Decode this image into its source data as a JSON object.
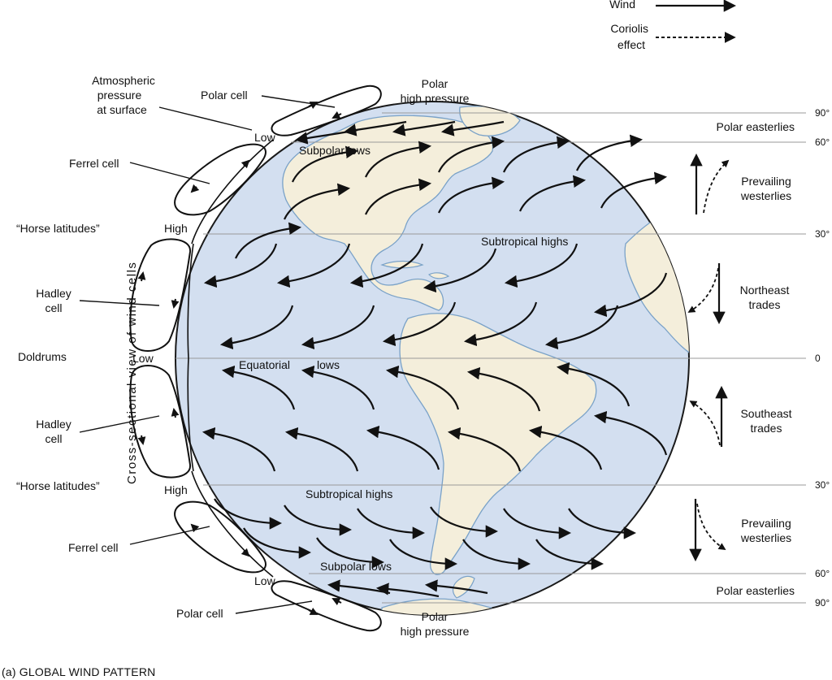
{
  "legend": {
    "wind": "Wind",
    "coriolis_line1": "Coriolis",
    "coriolis_line2": "effect"
  },
  "caption": "(a) GLOBAL WIND PATTERN",
  "cross_section_label": "Cross-sectional view of wind cells",
  "left_labels": {
    "atm_pressure_1": "Atmospheric",
    "atm_pressure_2": "pressure",
    "atm_pressure_3": "at surface",
    "polar_cell_north": "Polar cell",
    "ferrel_cell_north": "Ferrel cell",
    "horse_latitudes_north": "“Horse latitudes”",
    "hadley_north_1": "Hadley",
    "hadley_north_2": "cell",
    "doldrums": "Doldrums",
    "hadley_south_1": "Hadley",
    "hadley_south_2": "cell",
    "horse_latitudes_south": "“Horse latitudes”",
    "ferrel_cell_south": "Ferrel cell",
    "polar_cell_south": "Polar cell"
  },
  "pressure_labels": {
    "low_north": "Low",
    "high_north": "High",
    "low_equator": "Low",
    "high_south": "High",
    "low_south": "Low",
    "polar_high_north_1": "Polar",
    "polar_high_north_2": "high pressure",
    "polar_high_south_1": "Polar",
    "polar_high_south_2": "high pressure"
  },
  "globe_labels": {
    "subpolar_lows_north": "Subpolar lows",
    "subtropical_highs_north": "Subtropical highs",
    "equatorial": "Equatorial",
    "lows": "lows",
    "subtropical_highs_south": "Subtropical highs",
    "subpolar_lows_south": "Subpolar lows"
  },
  "latitudes": [
    "90°",
    "60°",
    "30°",
    "0",
    "30°",
    "60°",
    "90°"
  ],
  "wind_belts": {
    "polar_easterlies_north": "Polar easterlies",
    "prevailing_westerlies_north_1": "Prevailing",
    "prevailing_westerlies_north_2": "westerlies",
    "northeast_trades_1": "Northeast",
    "northeast_trades_2": "trades",
    "southeast_trades_1": "Southeast",
    "southeast_trades_2": "trades",
    "prevailing_westerlies_south_1": "Prevailing",
    "prevailing_westerlies_south_2": "westerlies",
    "polar_easterlies_south": "Polar easterlies"
  },
  "colors": {
    "ocean": "#d3dff0",
    "land": "#f4eedb",
    "coast": "#7aa2c8",
    "ink": "#111111",
    "latitude_line": "#9a9a9a"
  }
}
